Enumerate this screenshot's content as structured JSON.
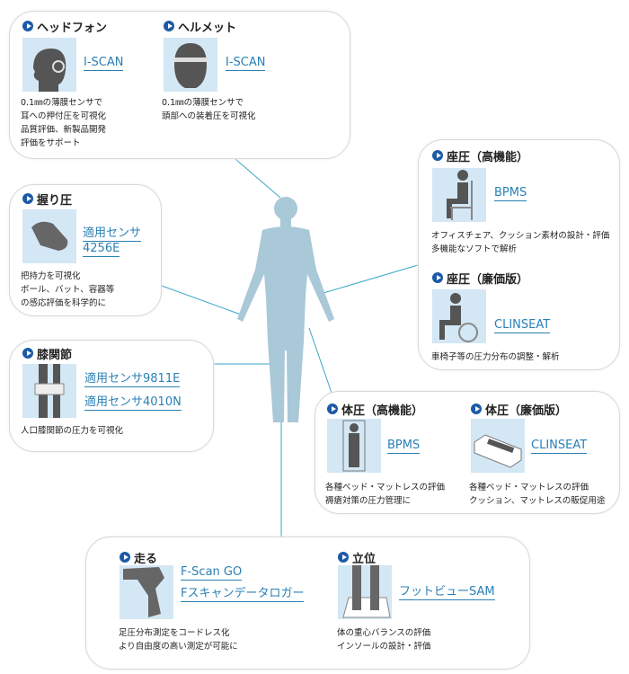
{
  "headphones": {
    "title": "ヘッドフォン",
    "link": "I-SCAN",
    "desc": [
      "0.1㎜の薄膜センサで",
      "耳への押付圧を可視化",
      "品質評価、新製品開発",
      "評価をサポート"
    ]
  },
  "helmet": {
    "title": "ヘルメット",
    "link": "I-SCAN",
    "desc": [
      "0.1㎜の薄膜センサで",
      "頭部への装着圧を可視化"
    ]
  },
  "grip": {
    "title": "握り圧",
    "link": [
      "適用センサ",
      "4256E"
    ],
    "desc": [
      "把持力を可視化",
      "ボール、バット、容器等",
      "の感応評価を科学的に"
    ]
  },
  "knee": {
    "title": "膝関節",
    "links": [
      "適用センサ9811E",
      "適用センサ4010N"
    ],
    "desc": [
      "人口膝関節の圧力を可視化"
    ]
  },
  "seat_high": {
    "title": "座圧（高機能）",
    "link": "BPMS",
    "desc": [
      "オフィスチェア、クッション素材の設計・評価",
      "多機能なソフトで解析"
    ]
  },
  "seat_low": {
    "title": "座圧（廉価版）",
    "link": "CLINSEAT",
    "desc": [
      "車椅子等の圧力分布の調整・解析"
    ]
  },
  "body_high": {
    "title": "体圧（高機能）",
    "link": "BPMS",
    "desc": [
      "各種ベッド・マットレスの評価",
      "褥瘡対策の圧力管理に"
    ]
  },
  "body_low": {
    "title": "体圧（廉価版）",
    "link": "CLINSEAT",
    "desc": [
      "各種ベッド・マットレスの評価",
      "クッション、マットレスの販促用途"
    ]
  },
  "run": {
    "title": "走る",
    "links": [
      "F-Scan GO",
      "Fスキャンデータロガー"
    ],
    "desc": [
      "足圧分布測定をコードレス化",
      "より自由度の高い測定が可能に"
    ]
  },
  "stand": {
    "title": "立位",
    "link": "フットビューSAM",
    "desc": [
      "体の重心バランスの評価",
      "インソールの設計・評価"
    ]
  },
  "colors": {
    "link": "#2a80b5",
    "bullet": "#1c5aa6",
    "figure": "#a9c8d8",
    "pic_bg": "#d3e7f5"
  }
}
